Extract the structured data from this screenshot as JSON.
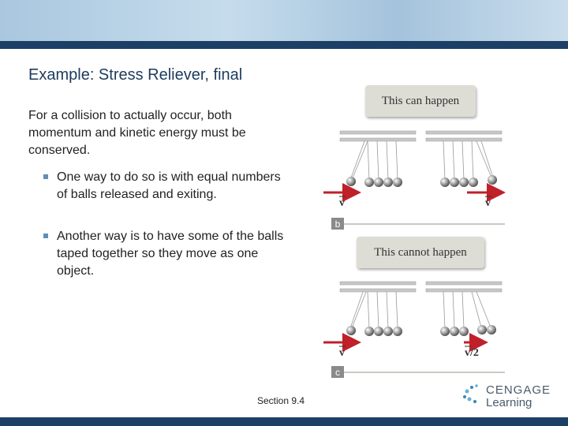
{
  "slide": {
    "title": "Example: Stress Reliever, final",
    "body": "For a collision to actually occur, both momentum and kinetic energy must  be conserved.",
    "bullets": [
      "One way to do so is with equal numbers of balls released and exiting.",
      "Another way is to have some of the balls taped together so they move as one object."
    ],
    "section": "Section  9.4"
  },
  "figure": {
    "panel_b": {
      "caption": "This can happen",
      "tag": "b",
      "left_vector": "v",
      "right_vector": "v"
    },
    "panel_c": {
      "caption": "This cannot happen",
      "tag": "c",
      "left_vector": "v",
      "right_vector": "v/2"
    }
  },
  "logo": {
    "line1": "CENGAGE",
    "line2": "Learning"
  },
  "colors": {
    "header_stripe": "#1c3f66",
    "title": "#1d3b5c",
    "bullet": "#5f8fb8",
    "arrow": "#c0202a"
  }
}
